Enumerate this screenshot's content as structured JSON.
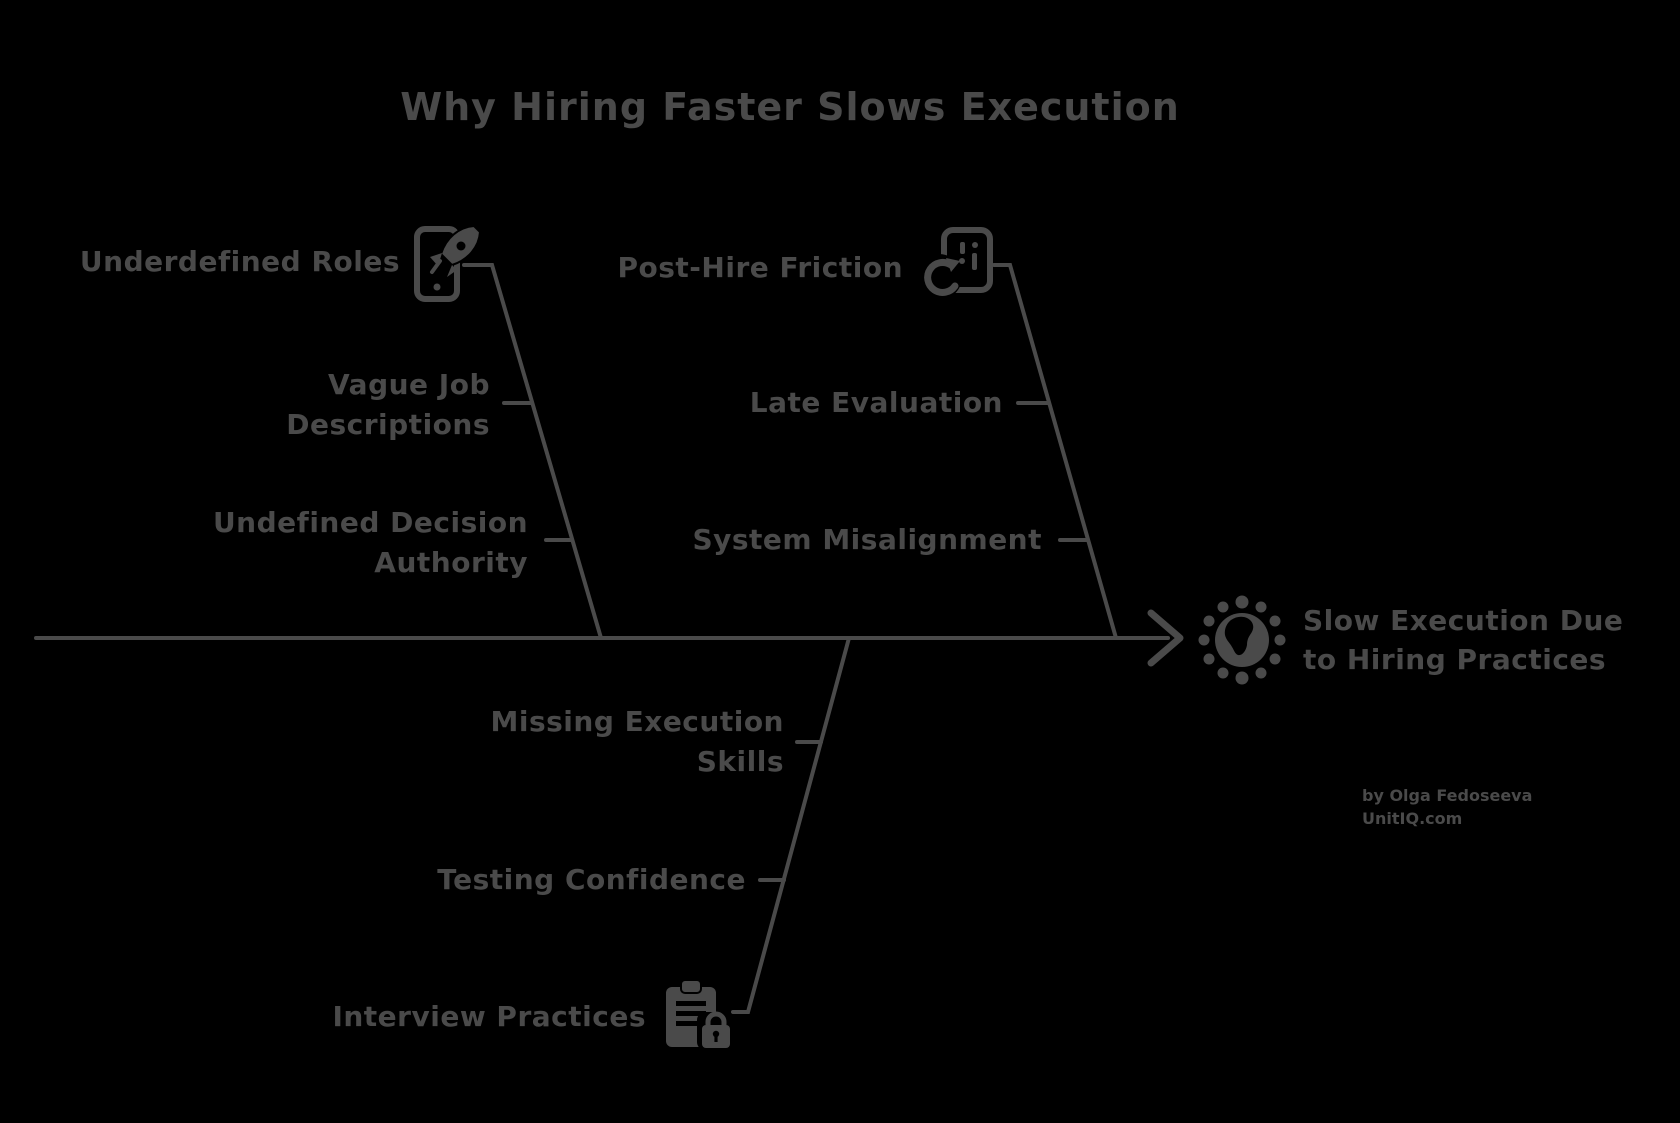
{
  "title": "Why Hiring Faster Slows Execution",
  "colors": {
    "background": "#000000",
    "ink": "#4a4a4a"
  },
  "effect": {
    "label": "Slow Execution Due to Hiring Practices",
    "lines": [
      "Slow Execution Due",
      "to Hiring Practices"
    ],
    "icon": "globe-dots-icon"
  },
  "attribution": {
    "line1": "by Olga Fedoseeva",
    "line2": "UnitIQ.com"
  },
  "branches": [
    {
      "label": "Underdefined Roles",
      "icon": "rocket-phone-icon",
      "position": "top-left",
      "causes": [
        {
          "label": "Vague Job Descriptions",
          "lines": [
            "Vague Job",
            "Descriptions"
          ]
        },
        {
          "label": "Undefined Decision Authority",
          "lines": [
            "Undefined Decision",
            "Authority"
          ]
        }
      ]
    },
    {
      "label": "Post-Hire Friction",
      "icon": "refresh-id-card-icon",
      "position": "top-right",
      "causes": [
        {
          "label": "Late Evaluation",
          "lines": [
            "Late Evaluation"
          ]
        },
        {
          "label": "System Misalignment",
          "lines": [
            "System Misalignment"
          ]
        }
      ]
    },
    {
      "label": "Interview Practices",
      "icon": "clipboard-lock-icon",
      "position": "bottom",
      "causes": [
        {
          "label": "Missing Execution Skills",
          "lines": [
            "Missing Execution",
            "Skills"
          ]
        },
        {
          "label": "Testing Confidence",
          "lines": [
            "Testing Confidence"
          ]
        }
      ]
    }
  ]
}
